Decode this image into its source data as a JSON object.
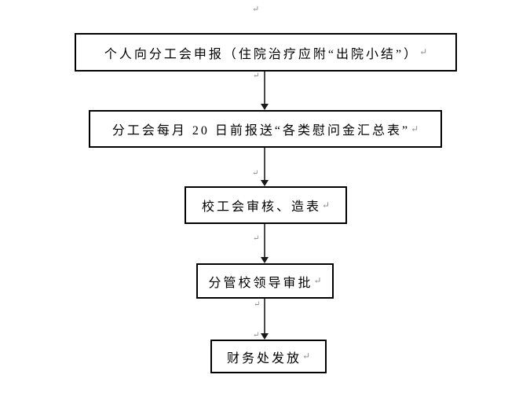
{
  "page": {
    "background": "#ffffff",
    "kind": "word-document-flowchart"
  },
  "flowchart": {
    "steps": [
      {
        "label": "个人向分工会申报（住院治疗应附“出院小结”）"
      },
      {
        "label": "分工会每月 20 日前报送“各类慰问金汇总表”"
      },
      {
        "label": "校工会审核、造表"
      },
      {
        "label": "分管校领导审批"
      },
      {
        "label": "财务处发放"
      }
    ],
    "connector_style": "straight-down-arrow",
    "connector_count": 4
  },
  "marks": {
    "return_glyph": "↵"
  },
  "colors": {
    "box_border": "#000000",
    "text": "#000000",
    "arrow_line": "#4a4a4a",
    "arrow_head": "#1a1a1a",
    "format_mark": "#8a8a8a"
  }
}
